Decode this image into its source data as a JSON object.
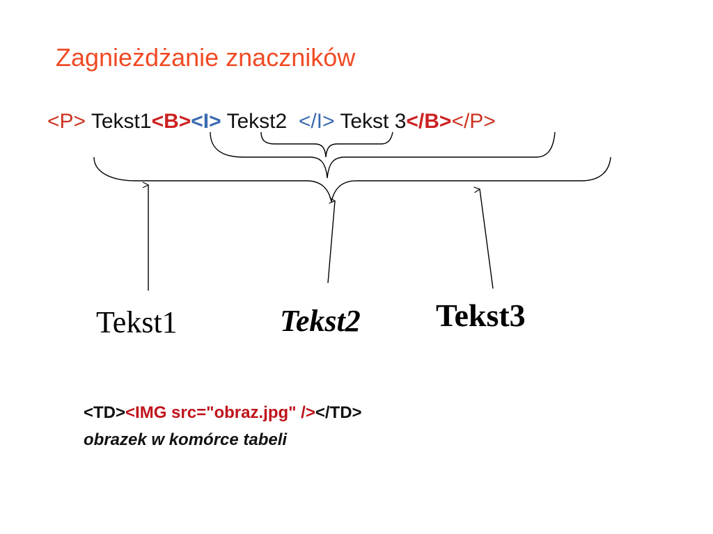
{
  "title": "Zagnieżdżanie znaczników",
  "markup_line": {
    "p_open": "<P>",
    "text1": " Tekst1",
    "b_open": "<B>",
    "i_open": "<I>",
    "text2": " Tekst2  ",
    "i_close": "</I>",
    "text3": " Tekst 3",
    "b_close": "</B>",
    "p_close": "</P>"
  },
  "outputs": {
    "plain": "Tekst1",
    "italic": "Tekst2",
    "bold": "Tekst3"
  },
  "td_example": {
    "td_open": "<TD>",
    "img_tag": "<IMG src=\"obraz.jpg\" />",
    "td_close": "</TD>",
    "caption": "obrazek w komórce tabeli"
  },
  "colors": {
    "title": "#f04a24",
    "tag_p": "#cc3322",
    "tag_b": "#cc2222",
    "tag_i": "#3a6ab0",
    "img_tag": "#c0141c"
  }
}
